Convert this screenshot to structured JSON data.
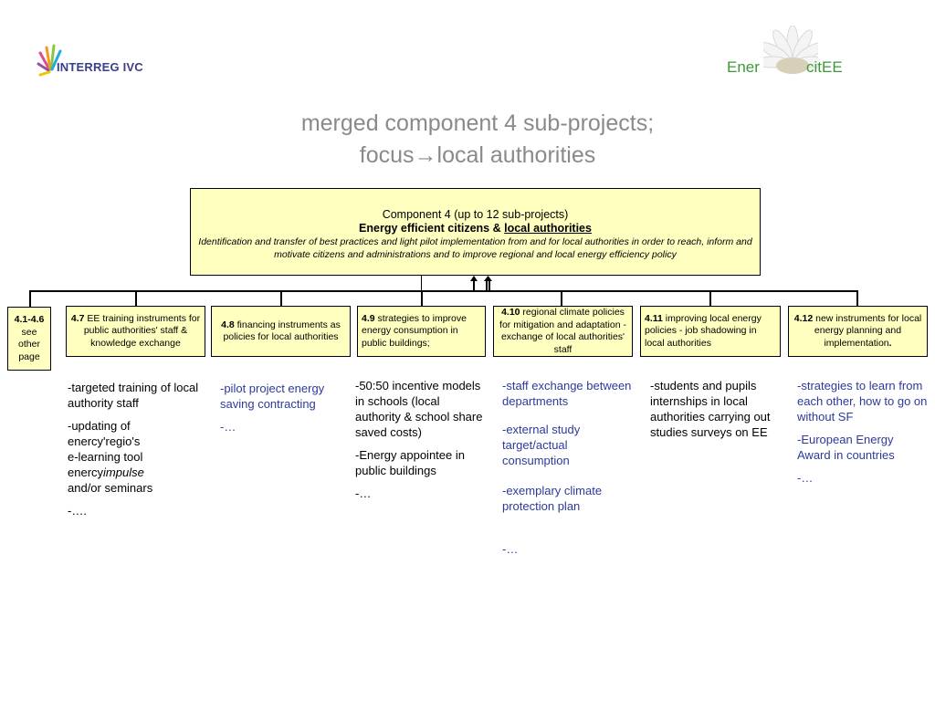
{
  "logos": {
    "interreg": "INTERREG IVC",
    "enercitee_left": "Ener",
    "enercitee_right": "citEE"
  },
  "title": {
    "line1": "merged component 4 sub-projects;",
    "line2": "focus→local authorities"
  },
  "main_box": {
    "line1": "Component 4 (up to 12 sub-projects)",
    "line2_a": "Energy efficient citizens & ",
    "line2_b": "local authorities",
    "line3": "Identification and transfer of best practices and light pilot implementation from and for local authorities in order to reach, inform and motivate citizens and administrations and to improve regional and local energy efficiency policy"
  },
  "sub_boxes": [
    {
      "num": "4.1-4.6",
      "text": "see other page"
    },
    {
      "num": "4.7",
      "text": " EE training instruments for public authorities' staff & knowledge exchange"
    },
    {
      "num": "4.8",
      "text": " financing instruments as policies for local authorities"
    },
    {
      "num": "4.9",
      "text": " strategies to improve energy consumption in public buildings;"
    },
    {
      "num": "4.10",
      "text": " regional climate policies for mitigation and adaptation - exchange of local authorities' staff"
    },
    {
      "num": "4.11",
      "text": " improving local energy policies - job shadowing in local authorities"
    },
    {
      "num": "4.12",
      "text": " new instruments for local energy planning and implementation"
    }
  ],
  "sub_box_7_suffix": ".",
  "columns": {
    "c47": {
      "p1": "-targeted training of local authority staff",
      "p2a": "-updating of enercy'regio's",
      "p2b": "e-learning tool",
      "p2c": "enercy",
      "p2d": "impulse",
      "p2e": "and/or seminars",
      "p3": "-…."
    },
    "c48": {
      "p1": "-pilot project energy saving contracting",
      "p2": "-…"
    },
    "c49": {
      "p1": "-50:50 incentive models in schools (local authority & school share saved costs)",
      "p2": "-Energy appointee in public buildings",
      "p3": "-…"
    },
    "c410": {
      "p1": "-staff exchange between departments",
      "p2": "-external study target/actual consumption",
      "p3": "-exemplary climate protection plan",
      "p4": "-…"
    },
    "c411": {
      "p1": "-students and pupils internships in local authorities carrying out studies surveys on EE"
    },
    "c412": {
      "p1": "-strategies to learn from each other, how to go on without SF",
      "p2": "-European Energy Award in countries",
      "p3": "-…"
    }
  },
  "colors": {
    "box_fill": "#ffffc0",
    "title_gray": "#8a8a8a",
    "blue_text": "#2d3a9a",
    "logo_green": "#3d9a3a",
    "logo_blue": "#3b3e8c"
  }
}
